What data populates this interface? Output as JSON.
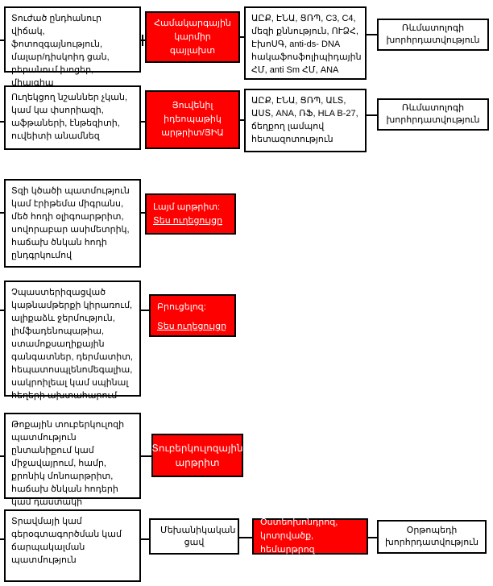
{
  "palette": {
    "node_red": "#ff0000",
    "text_on_red": "#ffffff",
    "box_border": "#000000",
    "text": "#000000",
    "background": "#ffffff"
  },
  "rows": [
    {
      "symptoms": "Տուժած ընդհանուր վիճակ, ֆոտոզգայնություն, մալար/դիսկոիդ ցան, բերանում խոցեր, միալգիա",
      "diagnosis": "Համակարգային կարմիր գայլախտ",
      "tests": "ԱԸՔ, ԷՆԱ, ՑՌՊ, C3, C4, մեզի քննություն, ՈՒՁՀ, ԷխոՍԳ, anti-ds- DNA հակաֆոսֆոլիպիդային ՀՄ, anti Sm ՀՄ, ANA",
      "referral": "Ռևմատոլոգի խորհրդատվություն"
    },
    {
      "symptoms": "Ուղեկցող նշաններ չկան, կամ կա փսորիազի, աֆթաների, էնթեզիտի, ուվեիտի անամնեզ",
      "diagnosis": "Յուվենիլ իդեոպաթիկ արթրիտ/ՅԻԱ",
      "tests": "ԱԸՔ, ԷՆԱ, ՑՌՊ, ԱԼՏ, ԱՍՏ, ANA, ՌՖ, HLA B-27, ճեղքող լամպով հետազոտություն",
      "referral": "Ռևմատոլոգի խորհրդատվություն"
    },
    {
      "symptoms": "Տզի կծածի պատմություն կամ էրիթեմա միգրանս, մեծ հոդի օլիգոարթրիտ, սովորաբար ասիմետրիկ, հաճախ ծնկան հոդի ընդգրկումով",
      "diagnosis_title": "Լայմ արթրիտ:",
      "diagnosis_link": "Տես ուղեցույցը"
    },
    {
      "symptoms": "Չպաստերիզացված կաթնամթերքի կիրառում, ալիքաձև ջերմություն, լիմֆադենոպաթիա, ստամոքսաղիքային գանգատներ, դերմատիտ, հեպատոսպլենոմեգալիա, սակրոիլեալ կամ սպինալ հեղերի ախտահարում",
      "diagnosis_title": "Բրուցելոզ:",
      "diagnosis_link": "Տես ուղեցույցը"
    },
    {
      "symptoms": "Թոքային տուբերկուլոզի պատմություն ընտանիքում կամ միջավայրում, համր, քրոնիկ մոնոարթրիտ, հաճախ ծնկան հոդերի կամ դաստակի",
      "diagnosis": "Տուբերկուլոզային արթրիտ"
    },
    {
      "symptoms": "Տրավմայի կամ գերօգտագործման կամ ճարպակալման պատմություն",
      "category": "Մեխանիկական ցավ",
      "diagnosis": "Օստեոխոնդրոզ, կոտրվածք, հեմարթրոզ",
      "referral": "Օրթոպեդի խորհրդատվություն"
    }
  ]
}
